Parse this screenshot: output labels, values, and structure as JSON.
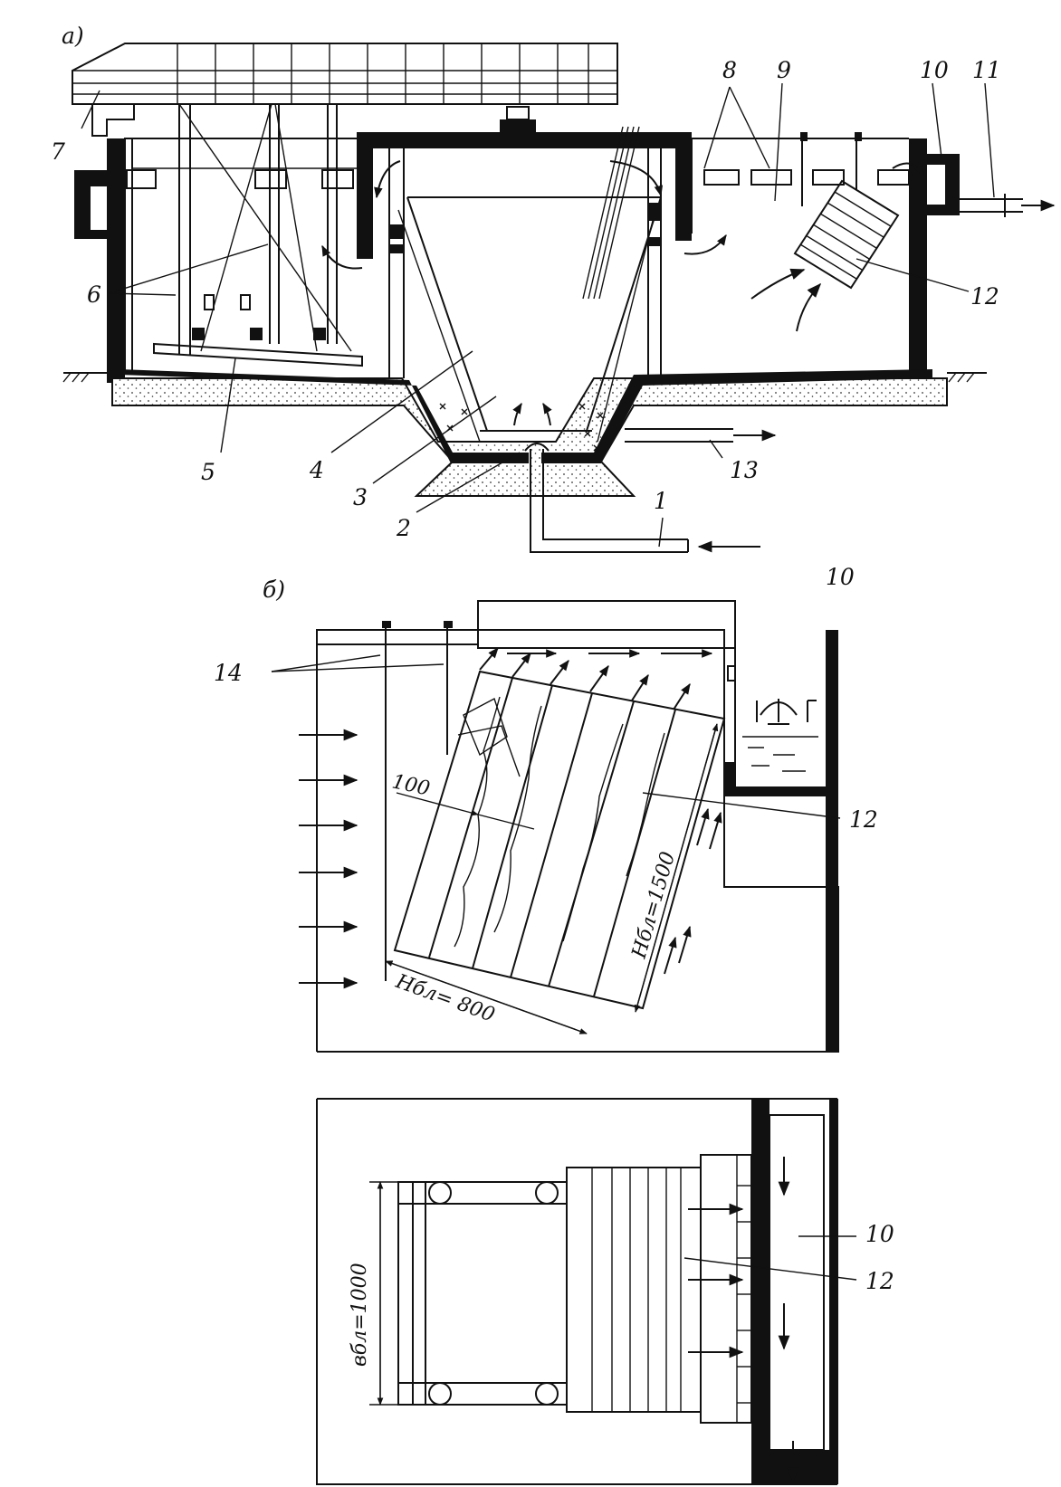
{
  "figure": {
    "part_a_label": "а)",
    "part_b_label": "б)",
    "part_a_callouts": [
      "1",
      "2",
      "3",
      "4",
      "5",
      "6",
      "7",
      "8",
      "9",
      "10",
      "11",
      "12",
      "13"
    ],
    "part_b_callouts": [
      "10",
      "12",
      "14"
    ],
    "part_c_callouts": [
      "10",
      "12"
    ],
    "dimensions": {
      "slot_gap": "100",
      "block_width": "Нбл= 800",
      "block_length": "Нбл=1500",
      "block_breadth": "вбл=1000"
    }
  }
}
